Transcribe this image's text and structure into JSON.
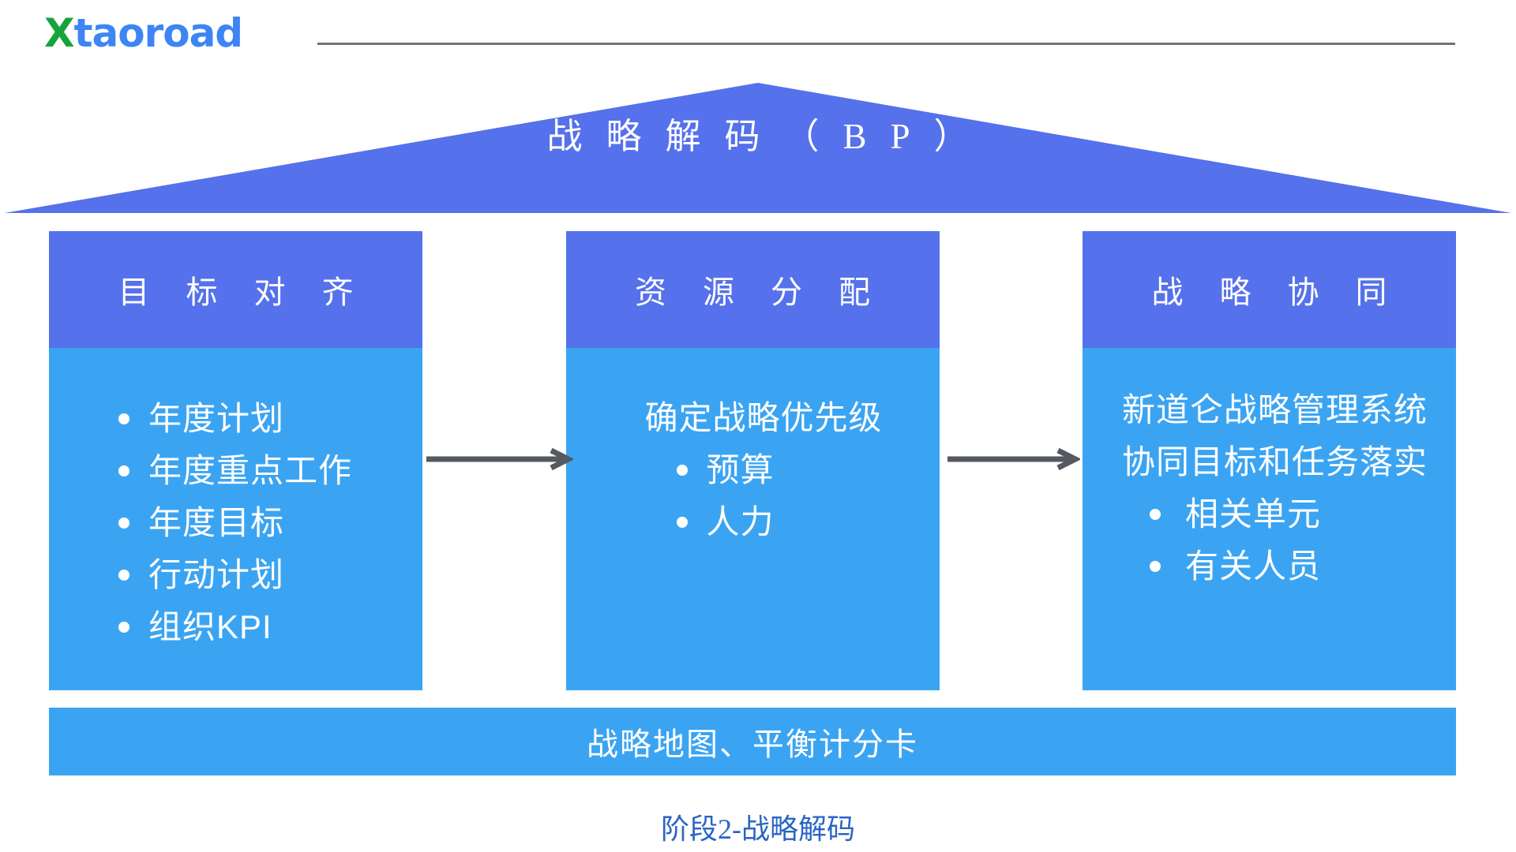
{
  "logo": {
    "prefix": "X",
    "suffix": "taoroad"
  },
  "banner": {
    "title": "战略解码（BP）"
  },
  "columns": [
    {
      "header": "目标对齐",
      "intro_lines": [],
      "bullets": [
        "年度计划",
        "年度重点工作",
        "年度目标",
        "行动计划",
        "组织KPI"
      ]
    },
    {
      "header": "资源分配",
      "intro_lines": [
        "确定战略优先级"
      ],
      "bullets": [
        "预算",
        "人力"
      ]
    },
    {
      "header": "战略协同",
      "intro_lines": [
        "新道仑战略管理系统",
        "协同目标和任务落实"
      ],
      "bullets": [
        "相关单元",
        "有关人员"
      ]
    }
  ],
  "footer_bar": {
    "label": "战略地图、平衡计分卡"
  },
  "caption": {
    "label": "阶段2-战略解码"
  },
  "colors": {
    "roof_blue": "#5571EB",
    "panel_blue": "#3BA4F2",
    "arrow_gray": "#555A60",
    "logo_green": "#17A33C",
    "logo_blue": "#3D85F4",
    "caption_blue": "#2A65C5"
  }
}
